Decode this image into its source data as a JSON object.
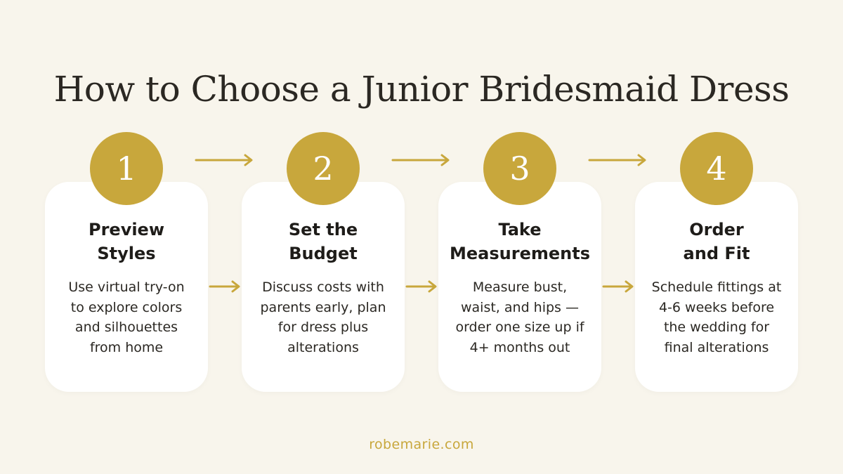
{
  "title": "How to Choose a Junior Bridesmaid Dress",
  "steps": [
    {
      "number": "1",
      "title_lines": [
        "Preview",
        "Styles"
      ],
      "body_lines": [
        "Use virtual try-on",
        "to explore colors",
        "and silhouettes",
        "from home"
      ]
    },
    {
      "number": "2",
      "title_lines": [
        "Set the",
        "Budget"
      ],
      "body_lines": [
        "Discuss costs with",
        "parents early, plan",
        "for dress plus",
        "alterations"
      ]
    },
    {
      "number": "3",
      "title_lines": [
        "Take",
        "Measurements"
      ],
      "body_lines": [
        "Measure bust,",
        "waist, and hips —",
        "order one size up if",
        "4+ months out"
      ]
    },
    {
      "number": "4",
      "title_lines": [
        "Order",
        "and Fit"
      ],
      "body_lines": [
        "Schedule fittings at",
        "4-6 weeks before",
        "the wedding for",
        "final alterations"
      ]
    }
  ],
  "footer": "robemarie.com",
  "colors": {
    "background": "#f8f5ec",
    "accent_gold": "#c8a73c",
    "card": "#ffffff",
    "text": "#2b2823"
  }
}
